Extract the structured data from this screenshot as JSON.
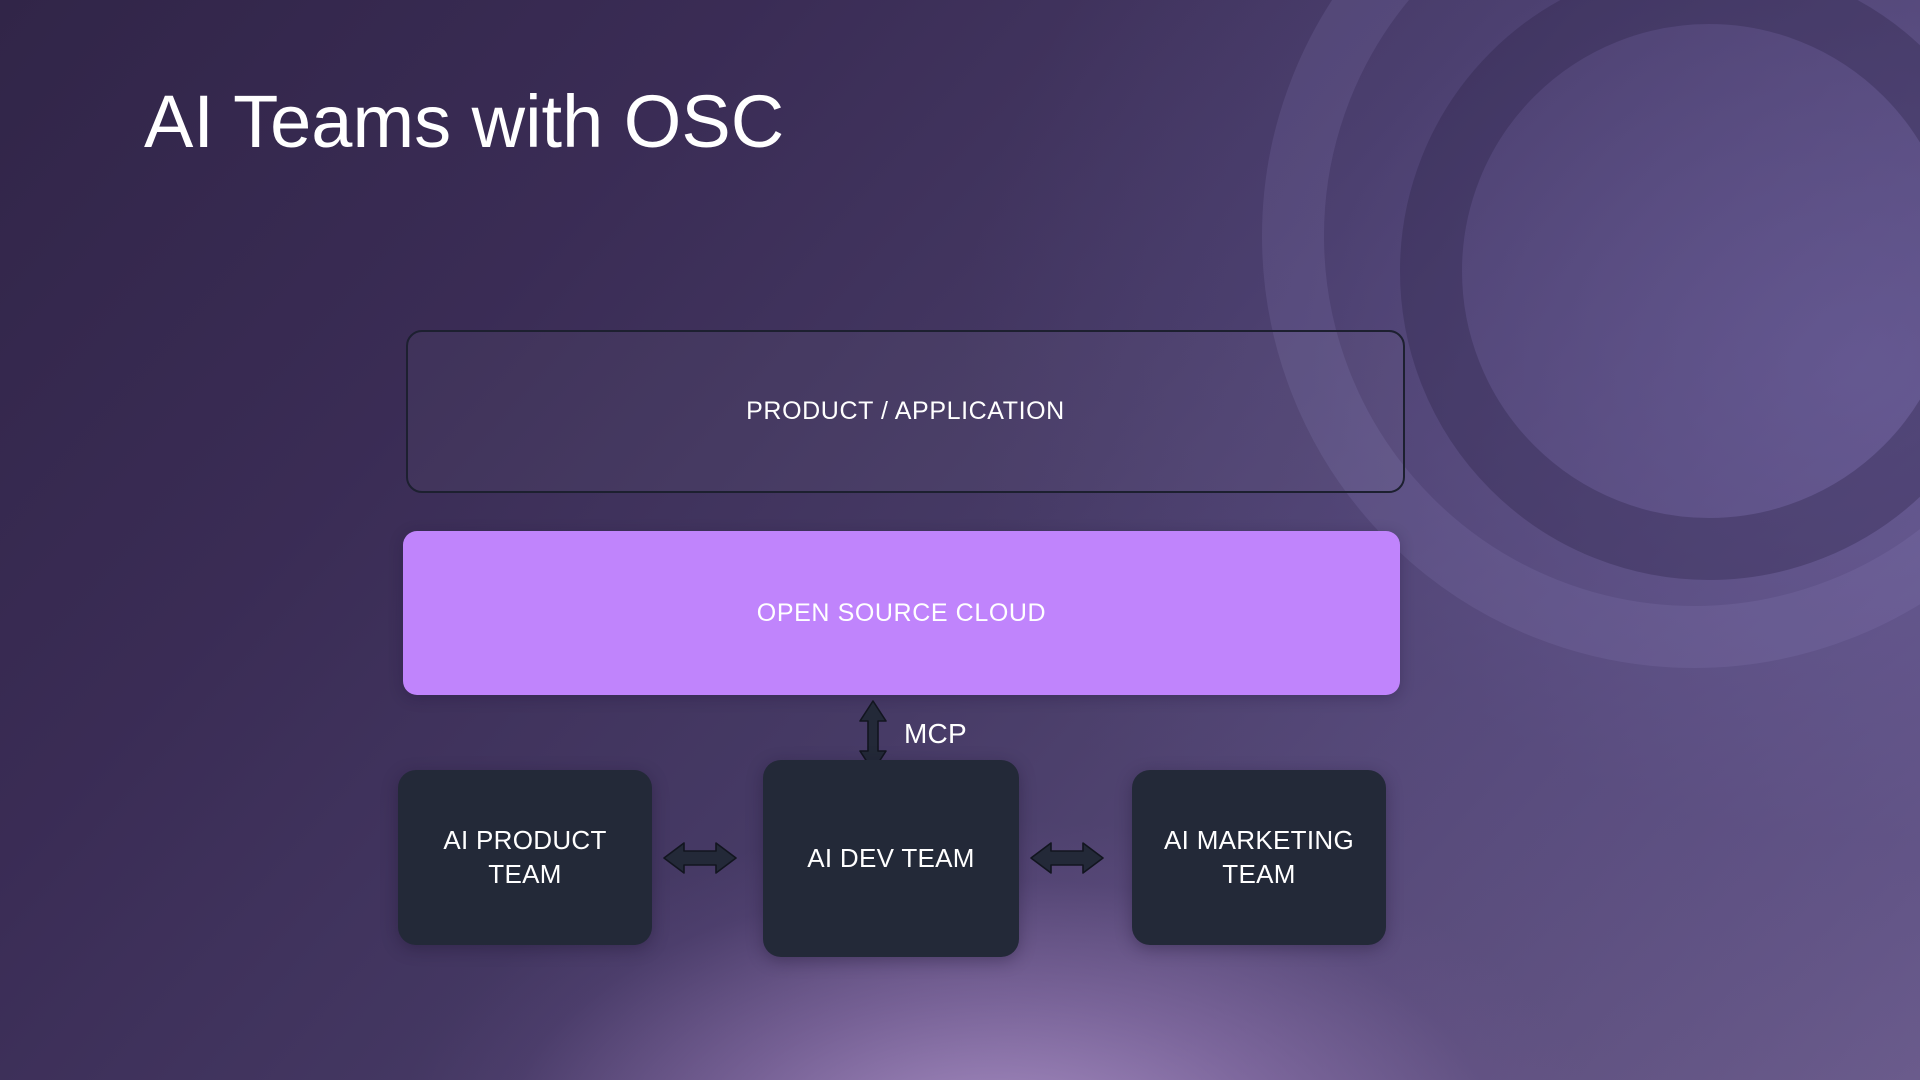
{
  "slide": {
    "title": "AI Teams with OSC",
    "background_colors": {
      "gradient_dark": "#312548",
      "gradient_light": "#6b5c8c",
      "glow": "#c4a6de"
    }
  },
  "decorations": {
    "ring_outer": "outer-ring",
    "ring_inner": "inner-ring"
  },
  "diagram": {
    "layers": [
      {
        "id": "product-application",
        "label": "PRODUCT / APPLICATION",
        "style": "outlined",
        "fill": "transparent",
        "border": "#1d2030",
        "text_color": "#ffffff"
      },
      {
        "id": "open-source-cloud",
        "label": "OPEN SOURCE CLOUD",
        "style": "filled",
        "fill": "#c084fc",
        "text_color": "#ffffff"
      }
    ],
    "connector": {
      "label": "MCP",
      "icon": "double-headed-vertical-arrow-icon",
      "color": "#232938",
      "text_color": "#ffffff"
    },
    "teams": [
      {
        "id": "ai-product-team",
        "label": "AI PRODUCT\nTEAM",
        "fill": "#232938",
        "text_color": "#ffffff"
      },
      {
        "id": "ai-dev-team",
        "label": "AI DEV TEAM",
        "fill": "#232938",
        "text_color": "#ffffff"
      },
      {
        "id": "ai-marketing-team",
        "label": "AI MARKETING\nTEAM",
        "fill": "#232938",
        "text_color": "#ffffff"
      }
    ],
    "team_connectors": [
      {
        "id": "product-to-dev",
        "icon": "double-headed-horizontal-arrow-icon",
        "color": "#232938"
      },
      {
        "id": "dev-to-marketing",
        "icon": "double-headed-horizontal-arrow-icon",
        "color": "#232938"
      }
    ]
  }
}
